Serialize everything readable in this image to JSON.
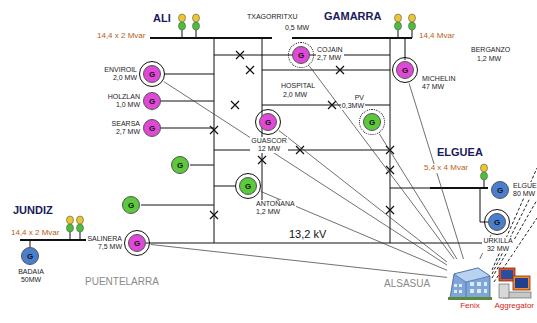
{
  "diagram": {
    "nodes": [
      {
        "text": [
          "G",
          "COJAIN",
          "2,7 MW"
        ]
      },
      {
        "text": [
          "G",
          "MICHELIN",
          "47 MW"
        ]
      },
      {
        "text": [
          "G",
          "ENVIROIL",
          "2,0 MW"
        ]
      },
      {
        "text": [
          "G",
          "HOLZLAN",
          "1,0 MW"
        ]
      },
      {
        "text": [
          "G",
          "SEARSA",
          "2,7 MW"
        ]
      },
      {
        "text": [
          "G",
          "PV",
          "0,3MW"
        ]
      },
      {
        "text": [
          "G",
          "GUASCOR",
          "12 MW"
        ]
      },
      {
        "text": [
          "G"
        ]
      },
      {
        "text": [
          "G",
          "ANTOÑANA",
          "1,2 MW"
        ]
      },
      {
        "text": [
          "G"
        ]
      },
      {
        "text": [
          "G",
          "SALINERA",
          "7,5 MW"
        ]
      },
      {
        "text": [
          "G",
          "BADAIA",
          "50MW"
        ]
      },
      {
        "text": [
          "G",
          "ELGUE",
          "80 MW"
        ]
      },
      {
        "text": [
          "G",
          "URKILLA",
          "32 MW"
        ]
      },
      {
        "text": [
          "Fenix"
        ]
      },
      {
        "text": [
          "Aggregator"
        ]
      }
    ],
    "edges": [
      {
        "from": 2,
        "to": 14,
        "arrow": "none"
      },
      {
        "from": 10,
        "to": 14,
        "arrow": "none"
      },
      {
        "from": 6,
        "to": 14,
        "arrow": "none"
      },
      {
        "from": 8,
        "to": 14,
        "arrow": "none"
      },
      {
        "from": 0,
        "to": 14,
        "arrow": "none"
      },
      {
        "from": 1,
        "to": 14,
        "arrow": "none"
      },
      {
        "from": 5,
        "to": 14,
        "arrow": "none"
      },
      {
        "from": 13,
        "to": 14,
        "arrow": "none"
      }
    ],
    "labels": [
      "ALI",
      "14,4 x 2 Mvar",
      "TXAGORRITXU",
      "0,5 MW",
      "GAMARRA",
      "14,4 Mvar",
      "BERGANZO",
      "1,2 MW",
      "HOSPITAL",
      "2,0 MW",
      "ELGUEA",
      "5,4 x 4 Mvar",
      "JUNDIZ",
      "14,4 x 2 Mvar",
      "13,2 kV",
      "PUENTELARRA",
      "ALSASUA"
    ]
  }
}
